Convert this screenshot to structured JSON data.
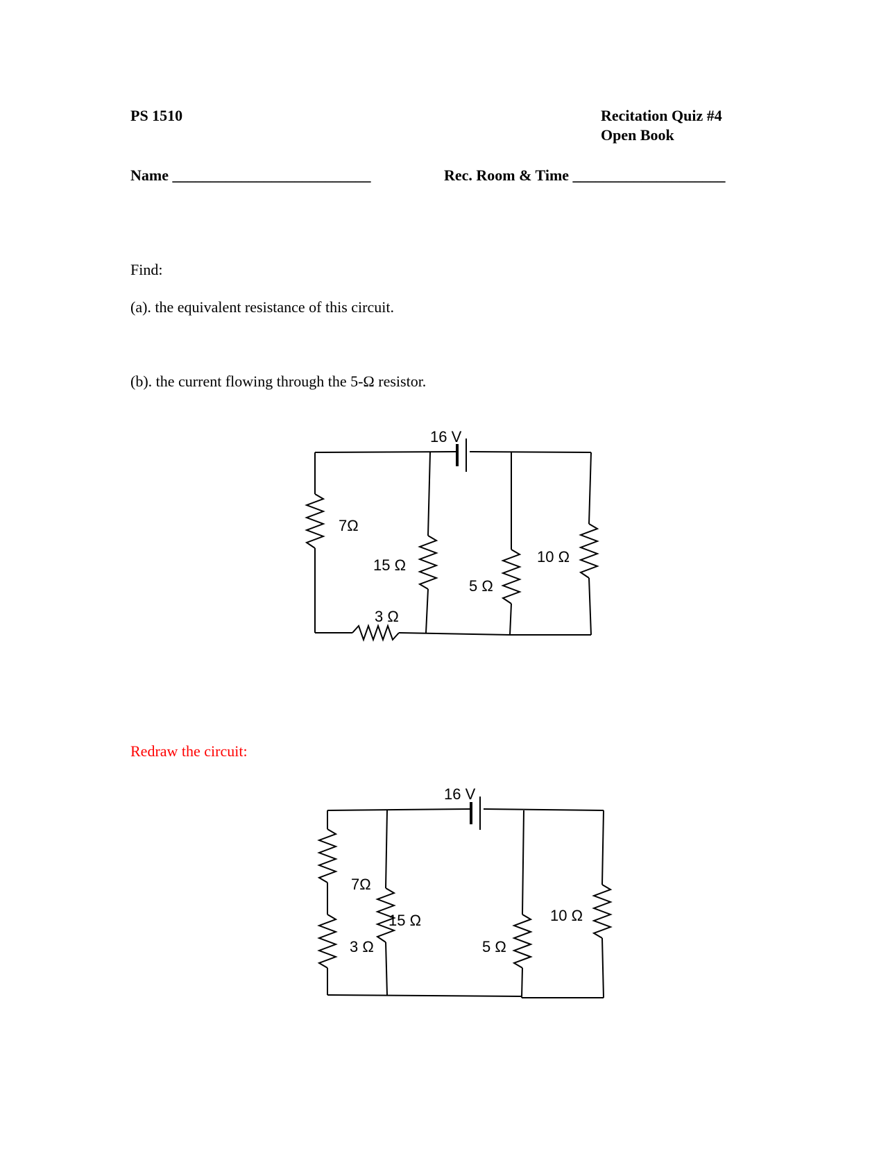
{
  "header": {
    "course": "PS 1510",
    "quiz_title": "Recitation Quiz #4",
    "quiz_subtitle": "Open Book",
    "name_label": "Name __________________________",
    "room_label": "Rec. Room & Time ____________________"
  },
  "body": {
    "find_label": "Find:",
    "question_a": "(a). the equivalent resistance of this circuit.",
    "question_b": "(b). the current flowing through the 5-Ω resistor.",
    "redraw_label": "Redraw the circuit:",
    "redraw_color": "#ff0000"
  },
  "circuit_original": {
    "battery": "16 V",
    "r7": "7Ω",
    "r15": "15 Ω",
    "r3": "3 Ω",
    "r5": "5 Ω",
    "r10": "10 Ω"
  },
  "circuit_redrawn": {
    "battery": "16 V",
    "r7": "7Ω",
    "r15": "15 Ω",
    "r3": "3 Ω",
    "r5": "5 Ω",
    "r10": "10 Ω"
  }
}
